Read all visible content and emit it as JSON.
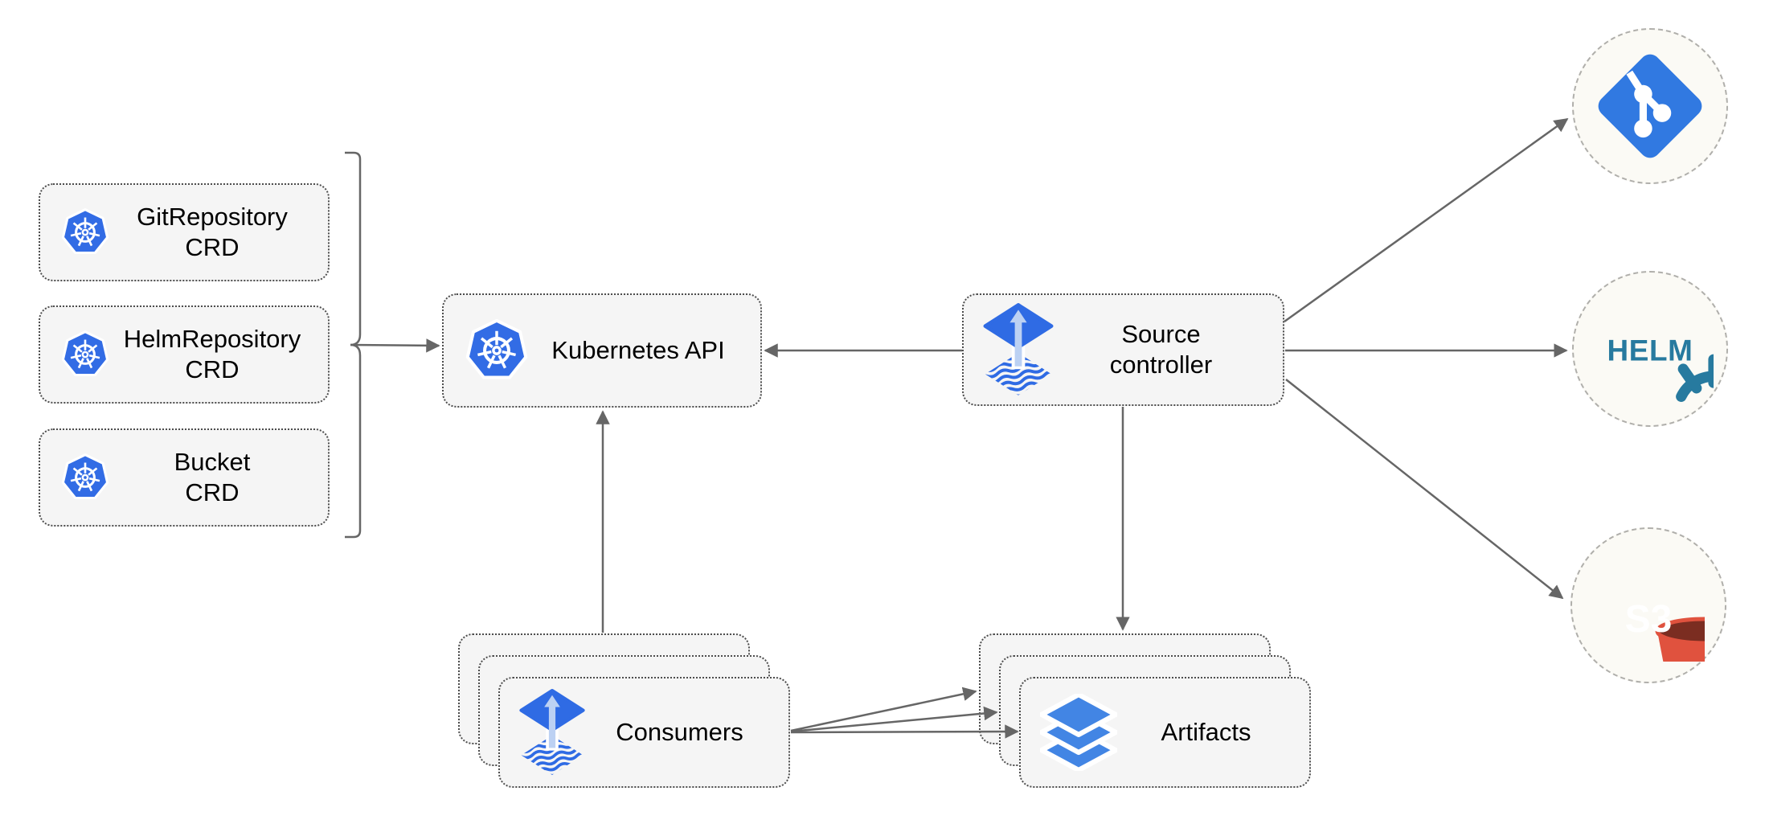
{
  "colors": {
    "box-fill": "#f5f5f5",
    "box-border": "#4d4d4d",
    "circle-fill": "#fbfaf5",
    "circle-border": "#b0afab",
    "line": "#666666",
    "text": "#000000",
    "kubernetes-blue": "#326ce5",
    "flux-blue": "#2f6be4",
    "flux-arrow": "#bcd1f3",
    "layers-blue": "#4285e4",
    "git-blue": "#3179e1",
    "helm-teal": "#277a9f",
    "s3-red": "#e0523e",
    "s3-dark": "#7b2d21"
  },
  "diagram": {
    "crd_boxes": [
      {
        "icon": "kubernetes-icon",
        "line1": "GitRepository",
        "line2": "CRD"
      },
      {
        "icon": "kubernetes-icon",
        "line1": "HelmRepository",
        "line2": "CRD"
      },
      {
        "icon": "kubernetes-icon",
        "line1": "Bucket",
        "line2": "CRD"
      }
    ],
    "kubernetes_api": {
      "icon": "kubernetes-icon",
      "label": "Kubernetes API"
    },
    "source_controller": {
      "icon": "flux-icon",
      "line1": "Source",
      "line2": "controller"
    },
    "consumers": {
      "icon": "flux-icon",
      "label": "Consumers",
      "stack_count": 3
    },
    "artifacts": {
      "icon": "layers-icon",
      "label": "Artifacts",
      "stack_count": 3
    },
    "externals": {
      "git": {
        "icon": "git-icon"
      },
      "helm": {
        "icon": "helm-icon",
        "label": "HELM"
      },
      "s3": {
        "icon": "s3-bucket-icon",
        "label": "S3"
      }
    }
  }
}
